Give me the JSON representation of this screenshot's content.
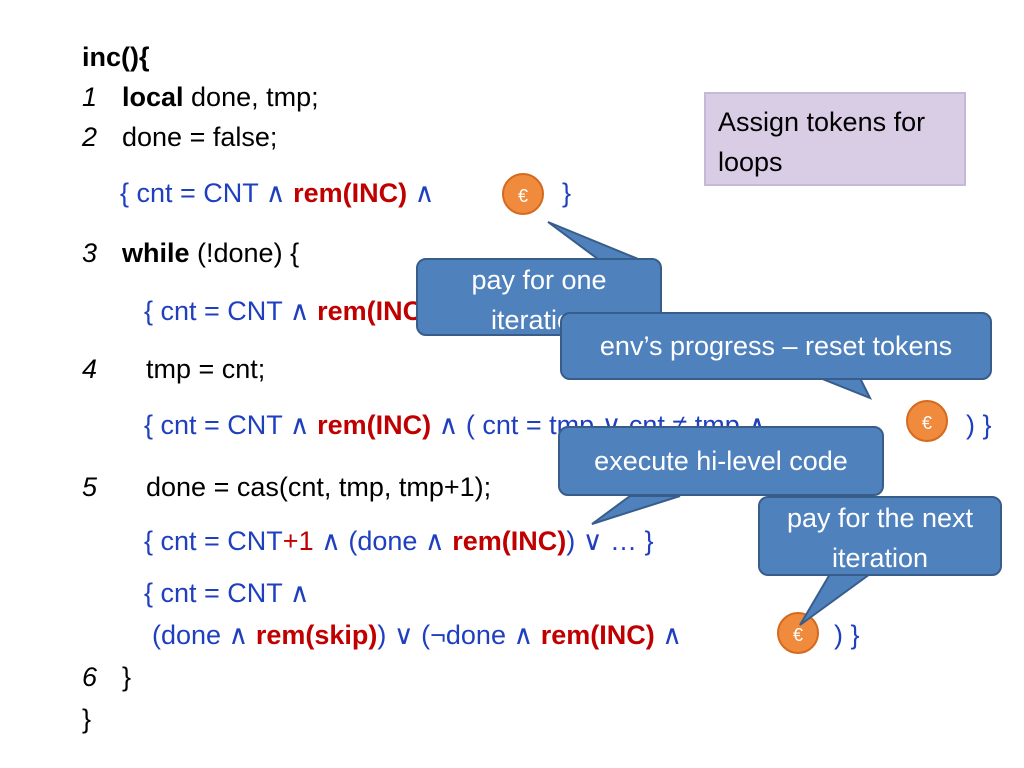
{
  "code": {
    "l_inc": "inc(){",
    "n1": "1",
    "l1_kw": "local",
    "l1_rest": " done, tmp;",
    "n2": "2",
    "l2": "done = false;",
    "a1_open": "{ cnt = CNT  ∧  ",
    "a1_rem": "rem(INC)",
    "a1_and": "  ∧ ",
    "a1_close": "}",
    "n3": "3",
    "l3_kw": "while",
    "l3_rest": " (!done) {",
    "a2_open": "{ cnt = CNT ∧  ",
    "a2_rem": "rem(INC)",
    "a2_tail": "  ∧ ",
    "n4": "4",
    "l4": "tmp = cnt;",
    "a3_open": "{ cnt = CNT ∧  ",
    "a3_rem": "rem(INC)",
    "a3_mid": "  ∧  ( cnt = tmp  ∨  cnt ≠ tmp ∧",
    "a3_close": ") }",
    "n5": "5",
    "l5": "done = cas(cnt, tmp, tmp+1);",
    "a4_open": "{ cnt = CNT",
    "a4_plus": "+1",
    "a4_mid": "  ∧  (done ∧ ",
    "a4_rem": "rem(INC)",
    "a4_close": ")   ∨ … }",
    "a5_l1": "{ cnt = CNT  ∧",
    "a5_p1": "(done ∧ ",
    "a5_rem1": "rem(skip)",
    "a5_p2": ")  ∨  (¬done ∧ ",
    "a5_rem2": "rem(INC)",
    "a5_p3": " ∧",
    "a5_close": ") }",
    "n6": "6",
    "l6": "}",
    "l_end": "}"
  },
  "token_symbol": "€",
  "note": "Assign tokens for loops",
  "callouts": {
    "pay_one": "pay for one iteration",
    "env": "env’s progress – reset tokens",
    "exec": "execute hi-level code",
    "pay_next": "pay for the next iteration"
  },
  "colors": {
    "assertion": "#1f3fbf",
    "rem": "#c00000",
    "token": "#f08a3c",
    "callout": "#4f81bd",
    "note": "#d9cde6"
  }
}
